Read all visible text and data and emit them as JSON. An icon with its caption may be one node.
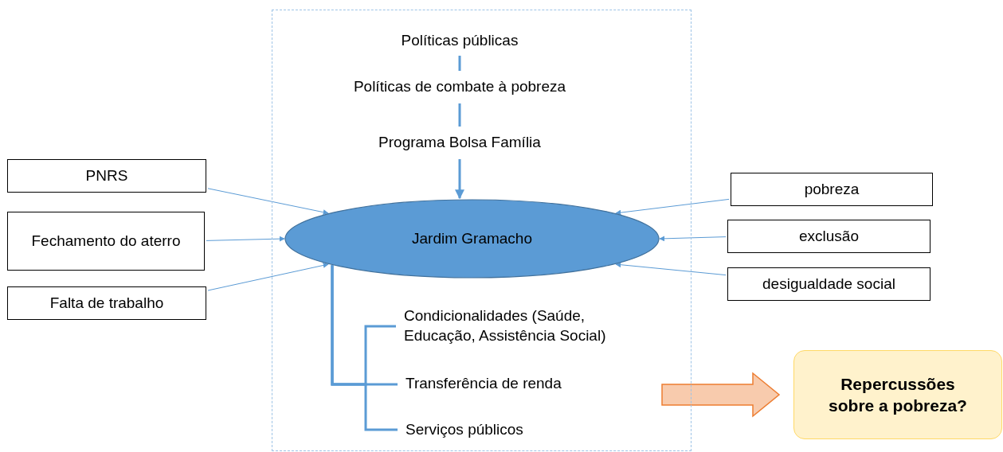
{
  "diagram": {
    "nodes": [
      {
        "text": [],
        "shape": "box"
      },
      {
        "text": [
          "Políticas públicas"
        ],
        "in": 0
      },
      {
        "text": [
          "Políticas de combate à pobreza"
        ],
        "in": 0
      },
      {
        "text": [
          "Programa Bolsa Família"
        ],
        "in": 0
      },
      {
        "text": [
          "PNRS"
        ]
      },
      {
        "text": [
          "Fechamento do aterro"
        ]
      },
      {
        "text": [
          "Falta de trabalho"
        ]
      },
      {
        "text": [
          "Jardim Gramacho"
        ],
        "in": 0
      },
      {
        "text": [
          "pobreza"
        ]
      },
      {
        "text": [
          "exclusão"
        ]
      },
      {
        "text": [
          "desigualdade social"
        ]
      },
      {
        "text": [
          "Condicionalidades (Saúde, Educação, Assistência Social)"
        ],
        "in": 0
      },
      {
        "text": [
          "Transferência de renda"
        ],
        "in": 0
      },
      {
        "text": [
          "Serviços públicos"
        ],
        "in": 0
      },
      {
        "text": [
          "Repercussões sobre a pobreza?"
        ]
      }
    ],
    "edges": [
      {
        "from": 1,
        "to": 2,
        "arrow": "none",
        "style": "thick"
      },
      {
        "from": 2,
        "to": 3,
        "arrow": "none",
        "style": "thick"
      },
      {
        "from": 3,
        "to": 7,
        "arrow": "to",
        "style": "thick"
      },
      {
        "from": 4,
        "to": 7,
        "arrow": "to"
      },
      {
        "from": 5,
        "to": 7,
        "arrow": "to"
      },
      {
        "from": 6,
        "to": 7,
        "arrow": "to"
      },
      {
        "from": 8,
        "to": 7,
        "arrow": "to"
      },
      {
        "from": 9,
        "to": 7,
        "arrow": "to"
      },
      {
        "from": 10,
        "to": 7,
        "arrow": "to"
      },
      {
        "from": 7,
        "to": 11,
        "arrow": "none",
        "style": "thick"
      },
      {
        "from": 7,
        "to": 12,
        "arrow": "none",
        "style": "thick"
      },
      {
        "from": 7,
        "to": 13,
        "arrow": "none",
        "style": "thick"
      },
      {
        "from": 0,
        "to": 14,
        "arrow": "to",
        "style": "thick",
        "color": "#ed7d31"
      }
    ]
  }
}
